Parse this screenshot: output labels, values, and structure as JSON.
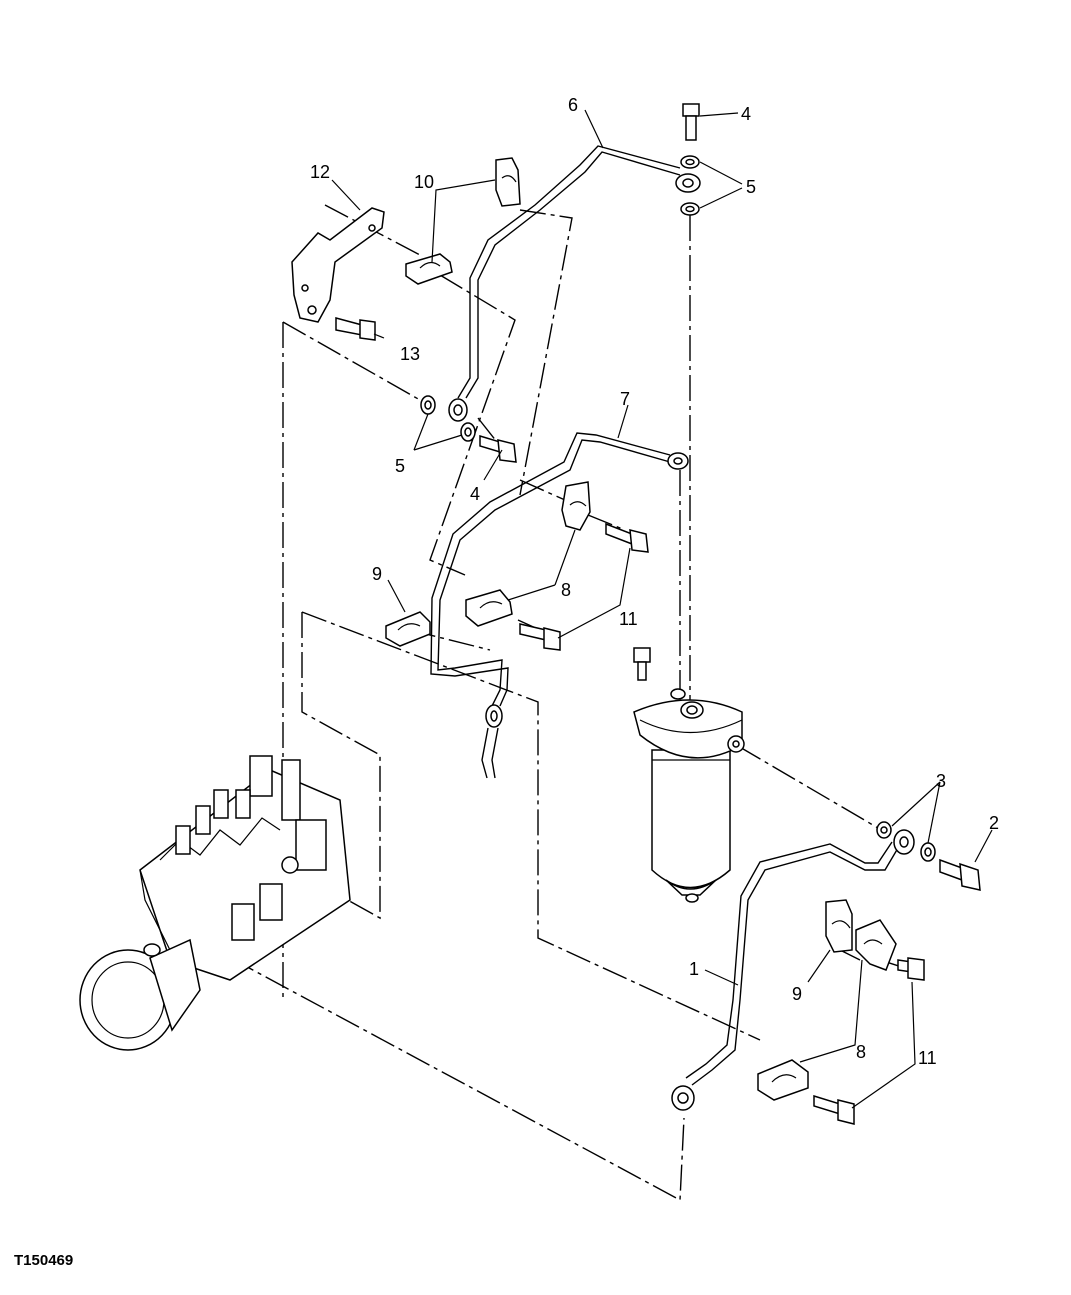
{
  "figure_id": "T150469",
  "callouts": {
    "c1": "1",
    "c2": "2",
    "c3": "3",
    "c4a": "4",
    "c4b": "4",
    "c5a": "5",
    "c5b": "5",
    "c6": "6",
    "c7": "7",
    "c8a": "8",
    "c8b": "8",
    "c9a": "9",
    "c9b": "9",
    "c10": "10",
    "c11a": "11",
    "c11b": "11",
    "c12": "12",
    "c13": "13"
  }
}
